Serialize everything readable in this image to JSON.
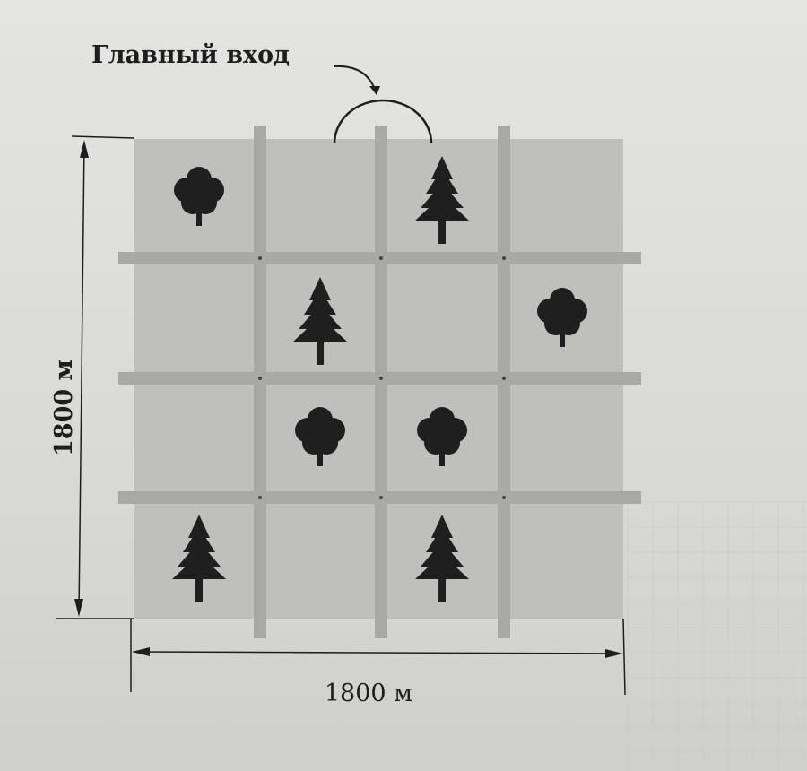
{
  "diagram": {
    "entrance_label": "Главный вход",
    "height_label": "1800 м",
    "width_label": "1800 м",
    "grid": {
      "rows": 4,
      "cols": 4
    },
    "trees": [
      {
        "row": 0,
        "col": 0,
        "kind": "deciduous"
      },
      {
        "row": 0,
        "col": 2,
        "kind": "conifer"
      },
      {
        "row": 1,
        "col": 1,
        "kind": "conifer"
      },
      {
        "row": 1,
        "col": 3,
        "kind": "deciduous"
      },
      {
        "row": 2,
        "col": 1,
        "kind": "deciduous"
      },
      {
        "row": 2,
        "col": 2,
        "kind": "deciduous"
      },
      {
        "row": 3,
        "col": 0,
        "kind": "conifer"
      },
      {
        "row": 3,
        "col": 2,
        "kind": "conifer"
      }
    ],
    "colors": {
      "park_fill": "#bfbfbc",
      "path": "#a8a8a5",
      "tree": "#1f1f1f",
      "ink": "#1e1e1e"
    }
  }
}
